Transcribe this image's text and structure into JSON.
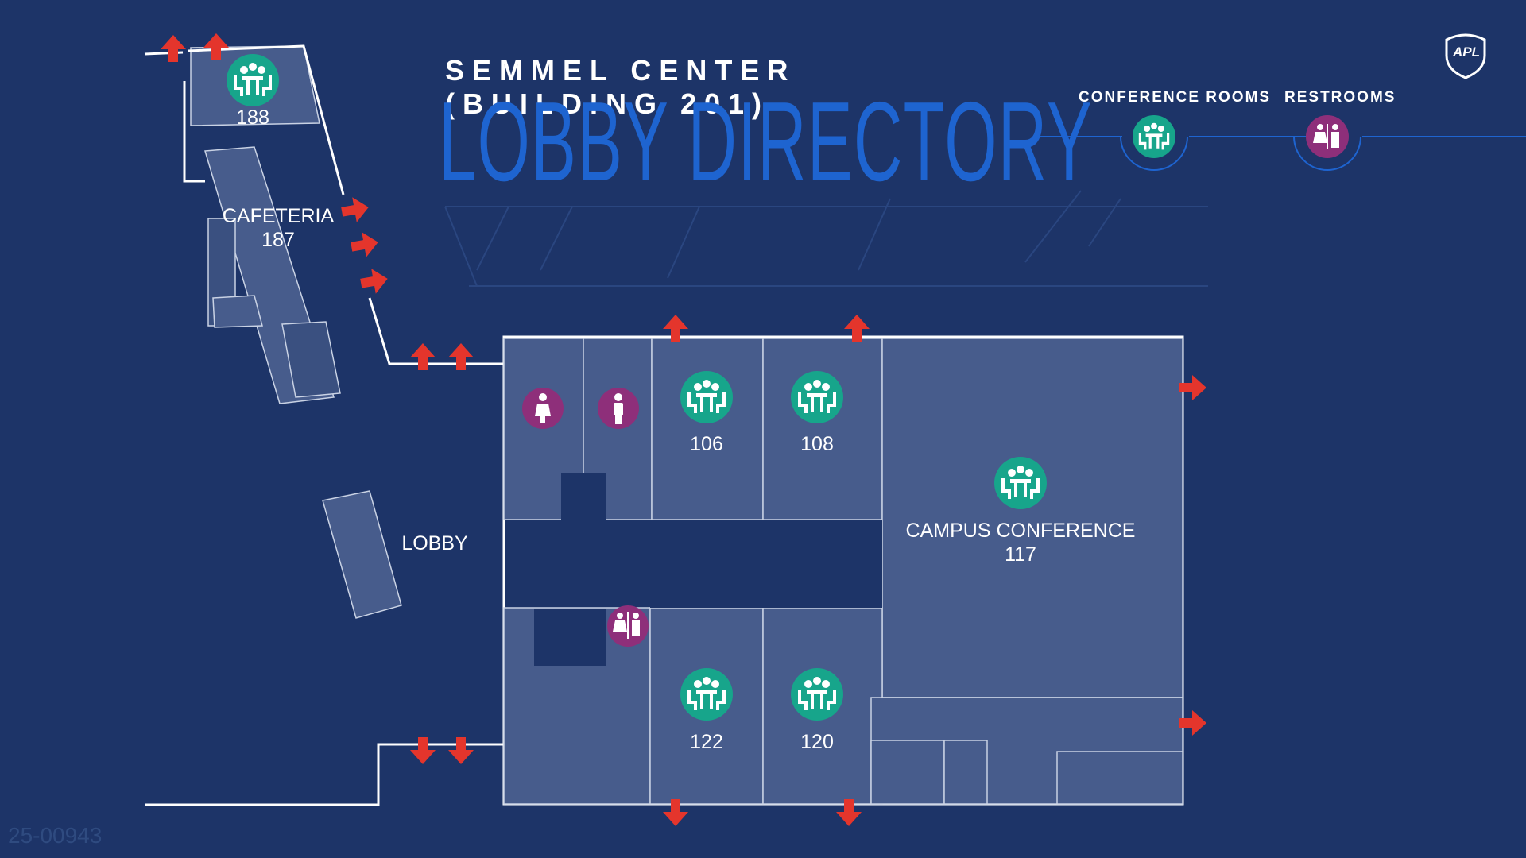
{
  "header": {
    "subtitle": "SEMMEL CENTER (BUILDING 201)",
    "title": "LOBBY DIRECTORY"
  },
  "legend": {
    "conference_rooms": "CONFERENCE ROOMS",
    "restrooms": "RESTROOMS"
  },
  "logo_text": "APL",
  "rooms": {
    "r188": "188",
    "cafeteria": "CAFETERIA",
    "r187": "187",
    "lobby": "LOBBY",
    "r106": "106",
    "r108": "108",
    "campus_conference": "CAMPUS CONFERENCE",
    "r117": "117",
    "r122": "122",
    "r120": "120"
  },
  "doc_id": "25-00943",
  "colors": {
    "background": "#1d3468",
    "room_fill": "#475c8c",
    "conference_icon": "#17a58b",
    "restroom_icon": "#8e2f7a",
    "exit_arrow": "#e4352c",
    "title": "#1e64d0"
  }
}
